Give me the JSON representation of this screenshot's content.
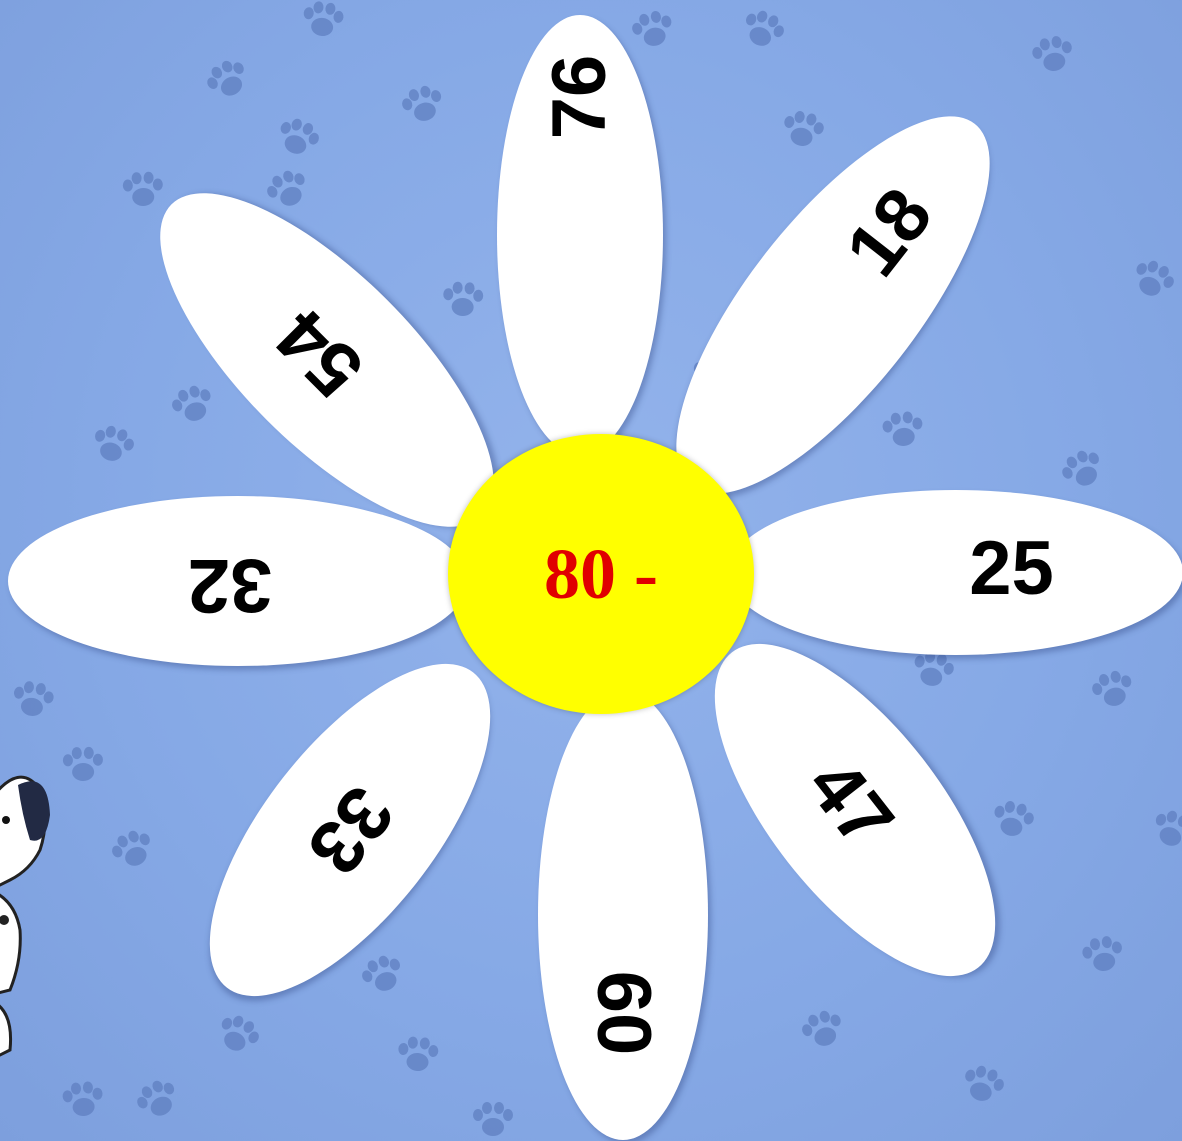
{
  "game": {
    "center_expression": "80 -",
    "petals": [
      {
        "id": "top",
        "number": "76"
      },
      {
        "id": "upper-right",
        "number": "18"
      },
      {
        "id": "right",
        "number": "25"
      },
      {
        "id": "lower-right",
        "number": "47"
      },
      {
        "id": "bottom",
        "number": "60"
      },
      {
        "id": "lower-left",
        "number": "33"
      },
      {
        "id": "left",
        "number": "32"
      },
      {
        "id": "upper-left",
        "number": "54"
      }
    ]
  },
  "colors": {
    "background": "#86a9e6",
    "petal": "#ffffff",
    "center": "#ffff00",
    "center_text": "#e00000",
    "paw_print": "#5f7fc0"
  },
  "decorations": {
    "background_pattern": "paw-print-icon",
    "corner_character": "dalmatian-dog-icon"
  }
}
